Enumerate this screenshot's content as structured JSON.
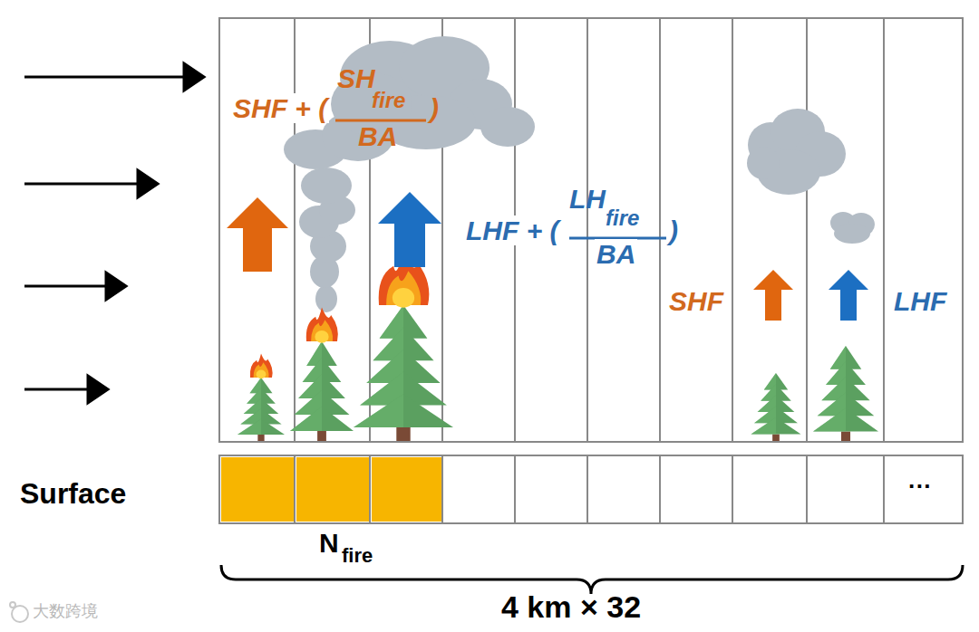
{
  "diagram": {
    "labels": [
      "SHF + (",
      "SH",
      "fire",
      "BA",
      ")",
      "LHF + (",
      "LH",
      "fire",
      "BA",
      ")",
      "SHF",
      "LHF",
      "Surface",
      "N",
      "fire",
      "···",
      "4 km × 32",
      "大数跨境"
    ]
  }
}
